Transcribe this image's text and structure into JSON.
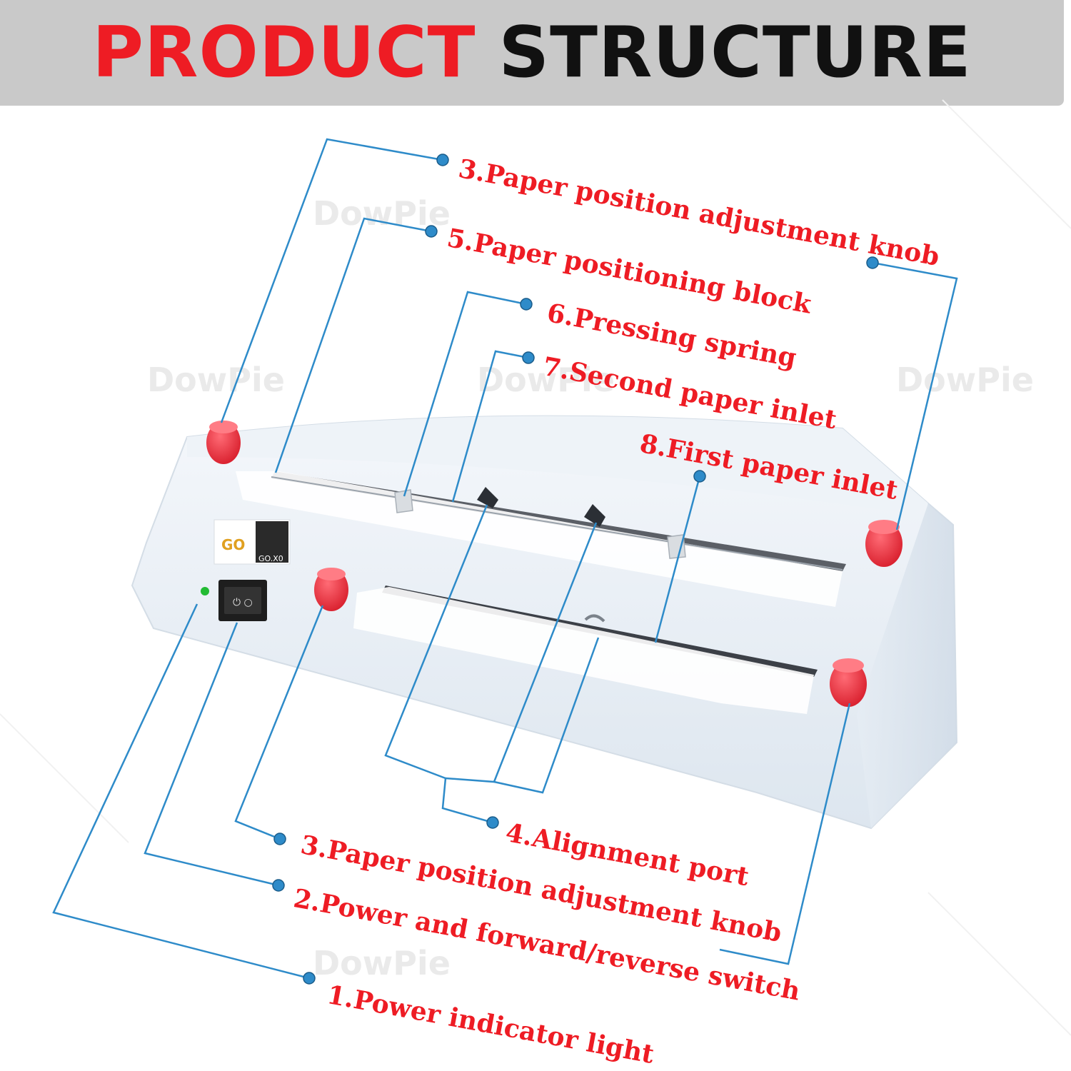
{
  "header": {
    "title_part1": "PRODUCT",
    "title_part2": "STRUCTURE"
  },
  "watermark": "DowPie",
  "labels": [
    {
      "id": "knob-top",
      "text": "3.Paper position adjustment knob"
    },
    {
      "id": "positioning-block",
      "text": "5.Paper positioning block"
    },
    {
      "id": "pressing-spring",
      "text": "6.Pressing spring"
    },
    {
      "id": "second-inlet",
      "text": "7.Second paper inlet"
    },
    {
      "id": "first-inlet",
      "text": "8.First paper inlet"
    },
    {
      "id": "alignment-port",
      "text": "4.Alignment port"
    },
    {
      "id": "knob-bottom",
      "text": "3.Paper position adjustment knob"
    },
    {
      "id": "power-switch",
      "text": "2.Power and forward/reverse switch"
    },
    {
      "id": "power-light",
      "text": "1.Power indicator light"
    }
  ],
  "device": {
    "logo_text": "GO",
    "model_text": "GO.X0"
  },
  "colors": {
    "title_red": "#ee1c24",
    "title_black": "#111111",
    "header_bg": "#c9c9c9",
    "leader_line": "#2e8bc9",
    "label_red": "#ee1c24",
    "knob_red": "#e8303c"
  }
}
